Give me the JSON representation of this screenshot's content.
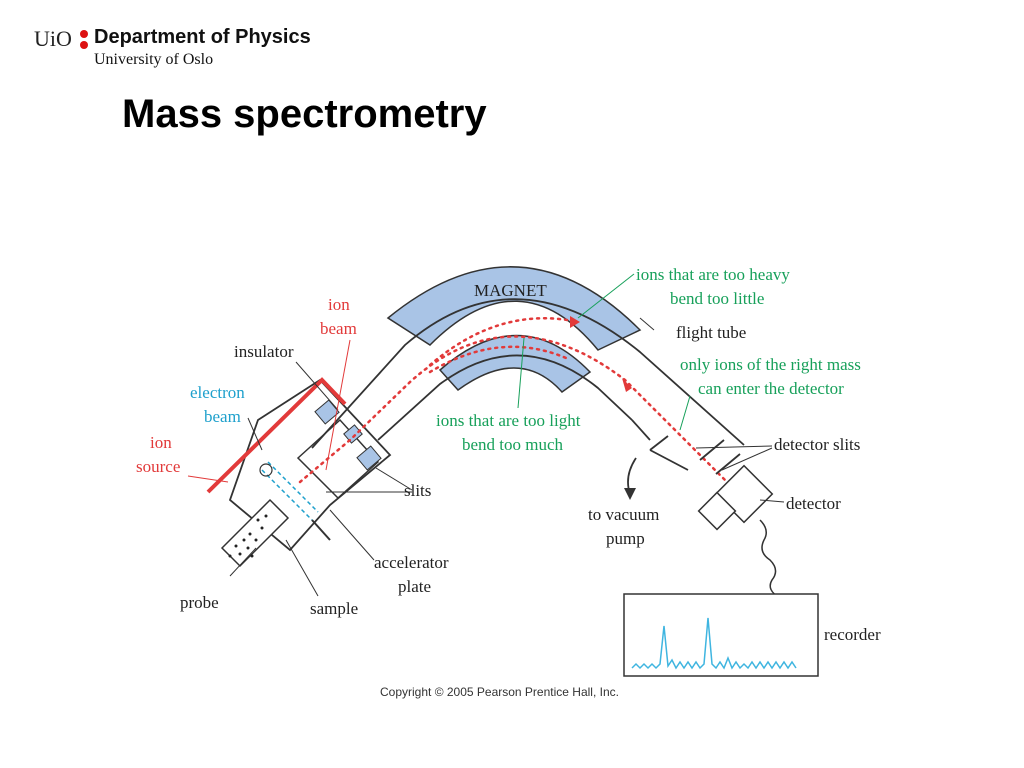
{
  "header": {
    "logo_text": "UiO",
    "department": "Department of Physics",
    "university": "University of Oslo"
  },
  "slide": {
    "title": "Mass spectrometry"
  },
  "diagram": {
    "magnet": "MAGNET",
    "ion_beam": [
      "ion",
      "beam"
    ],
    "insulator": "insulator",
    "electron_beam": [
      "electron",
      "beam"
    ],
    "ion_source": [
      "ion",
      "source"
    ],
    "heavy": [
      "ions that are too heavy",
      "bend too little"
    ],
    "flight_tube": "flight tube",
    "right_mass": [
      "only ions of the right mass",
      "can enter the detector"
    ],
    "light": [
      "ions that are too light",
      "bend too much"
    ],
    "slits": "slits",
    "detector_slits": "detector slits",
    "detector": "detector",
    "vacuum": [
      "to vacuum",
      "pump"
    ],
    "accelerator": [
      "accelerator",
      "plate"
    ],
    "probe": "probe",
    "sample": "sample",
    "recorder": "recorder",
    "copyright": "Copyright © 2005 Pearson Prentice Hall, Inc.",
    "colors": {
      "ion_label": "#e23a3a",
      "green_label": "#17a05a",
      "electron_label": "#1ea0cc",
      "magnet_fill": "#a9c4e6",
      "trace": "#3fb5e0"
    }
  }
}
